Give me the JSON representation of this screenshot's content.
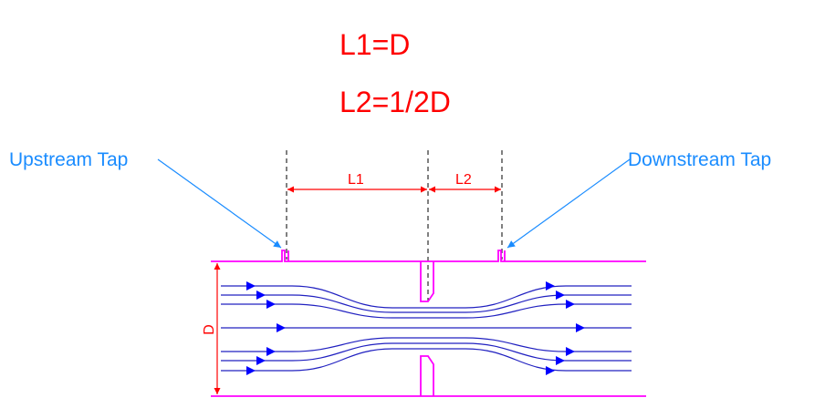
{
  "formulas": {
    "l1": "L1=D",
    "l2": "L2=1/2D"
  },
  "labels": {
    "upstream_tap": "Upstream Tap",
    "downstream_tap": "Downstream Tap",
    "l1": "L1",
    "l2": "L2",
    "d": "D"
  },
  "colors": {
    "formula": "#ff0000",
    "dimension": "#ff0000",
    "tap_label": "#1a8cff",
    "pipe": "#ff00ff",
    "streamline": "#2020c0",
    "arrow": "#0000ff"
  }
}
